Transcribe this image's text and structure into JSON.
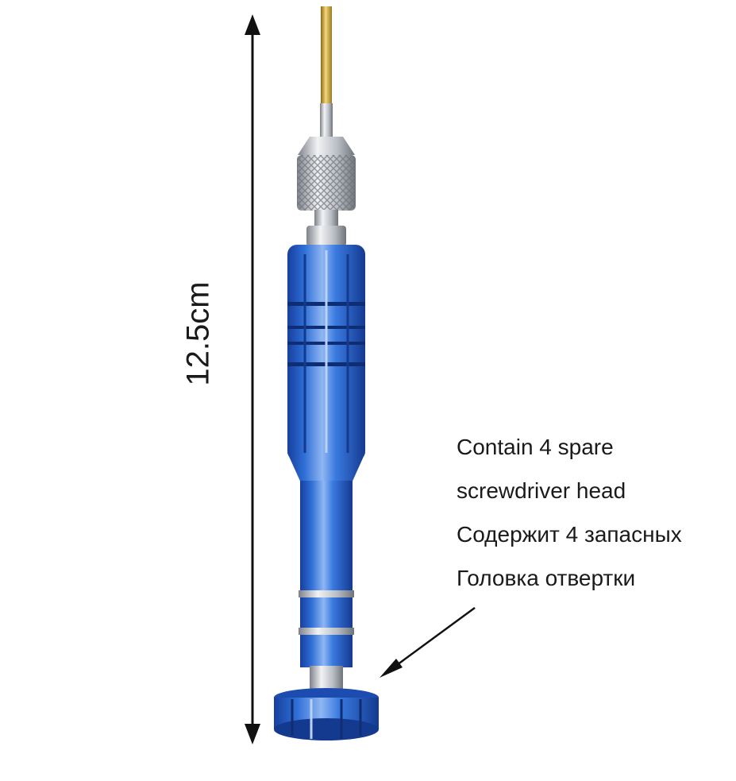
{
  "image": {
    "subject": "precision-screwdriver",
    "background_color": "#ffffff",
    "handle_color": "#2f6fd6",
    "chuck_color": "#c9ccd2",
    "bit_color": "#d8b23a"
  },
  "dimension": {
    "label": "12.5cm"
  },
  "callout": {
    "lines": [
      "Contain 4 spare",
      "screwdriver head",
      "Содержит 4 запасных",
      "Головка отвертки"
    ]
  }
}
